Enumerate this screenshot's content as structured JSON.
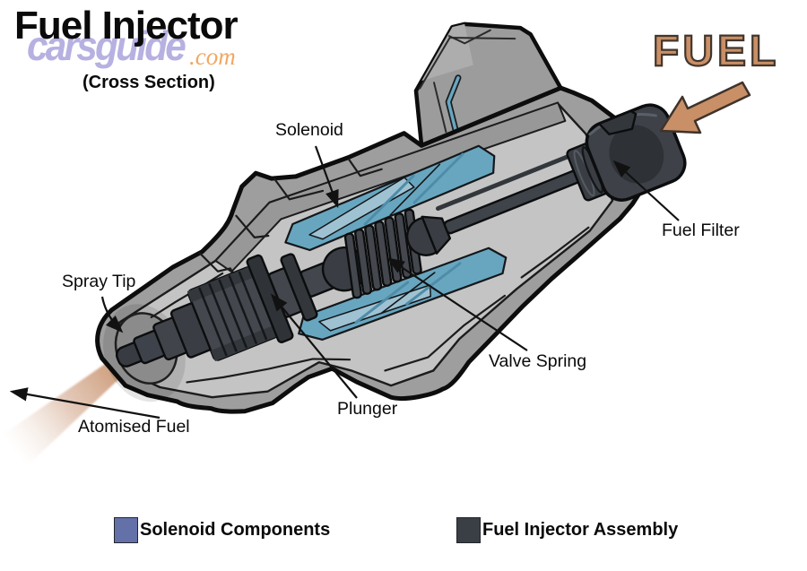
{
  "header": {
    "title": "Fuel Injector",
    "subtitle": "(Cross Section)",
    "watermark": "carsguide",
    "watermark_tld": ".com"
  },
  "fuel_flow_label": "FUEL",
  "callouts": {
    "solenoid": "Solenoid",
    "fuel_filter": "Fuel Filter",
    "spray_tip": "Spray Tip",
    "valve_spring": "Valve Spring",
    "plunger": "Plunger",
    "atomised_fuel": "Atomised Fuel"
  },
  "legend": {
    "items": [
      {
        "label": "Solenoid Components",
        "color": "#6470a8"
      },
      {
        "label": "Fuel Injector Assembly",
        "color": "#3a3e45"
      }
    ]
  },
  "colors": {
    "body_gray": "#9e9e9e",
    "cut_face_gray": "#c4c4c4",
    "assembly_dark": "#3e424a",
    "solenoid_blue": "#68a6c0",
    "fuel_tan": "#c98f66",
    "watermark_purple": "#7b73c9",
    "outline_black": "#0d0d0d"
  }
}
